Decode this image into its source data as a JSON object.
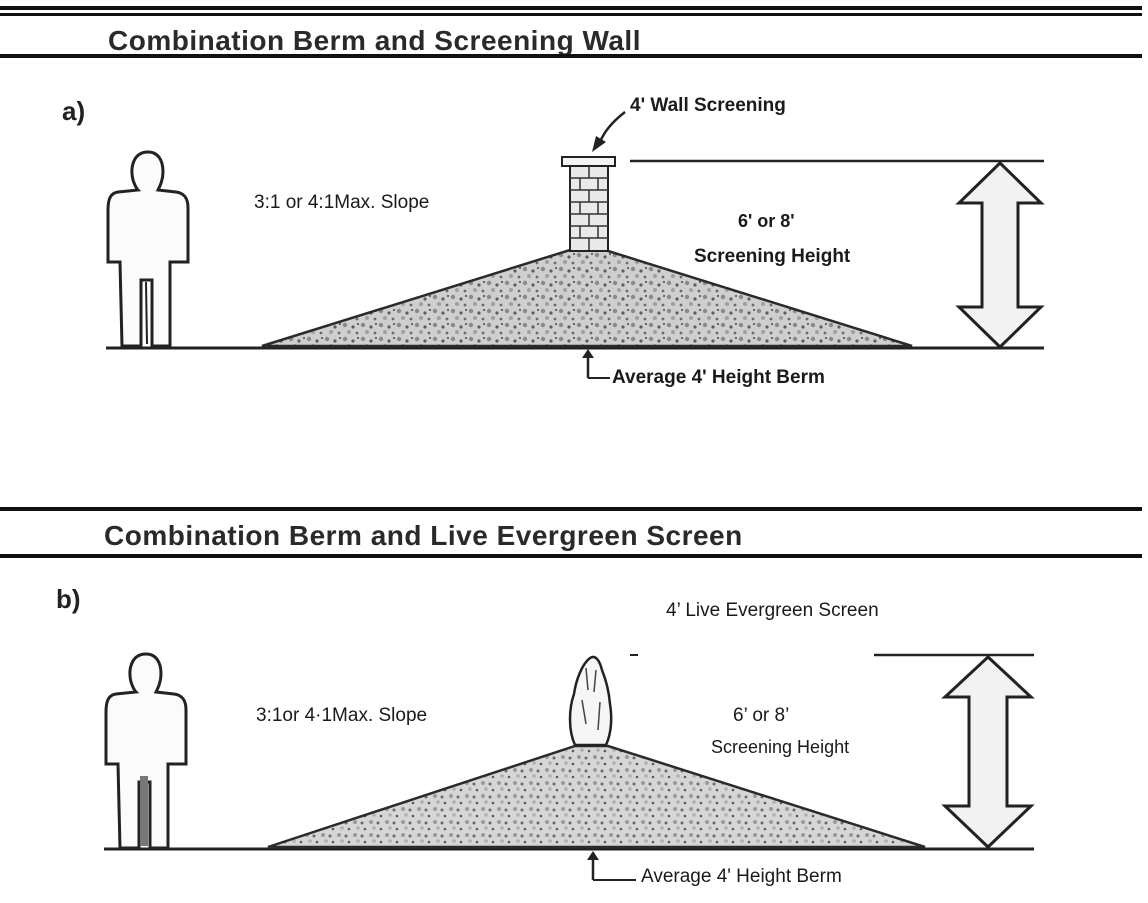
{
  "panel_a": {
    "section_title": "Combination Berm and Screening Wall",
    "label": "a)",
    "wall_label": "4' Wall Screening",
    "slope_label": "3:1 or 4:1Max. Slope",
    "height_label_line1": "6' or 8'",
    "height_label_line2": "Screening Height",
    "berm_label": "Average 4' Height Berm"
  },
  "panel_b": {
    "section_title": "Combination Berm and Live Evergreen Screen",
    "label": "b)",
    "evergreen_label": "4’ Live Evergreen Screen",
    "slope_label": "3:1or 4·1Max. Slope",
    "height_label_line1": "6’ or 8’",
    "height_label_line2": "Screening Height",
    "berm_label": "Average 4' Height Berm"
  },
  "colors": {
    "rule": "#111111",
    "line": "#2a2a2a",
    "berm_fill": "#c9c9c9",
    "arrow_fill": "#f2f2f2"
  }
}
